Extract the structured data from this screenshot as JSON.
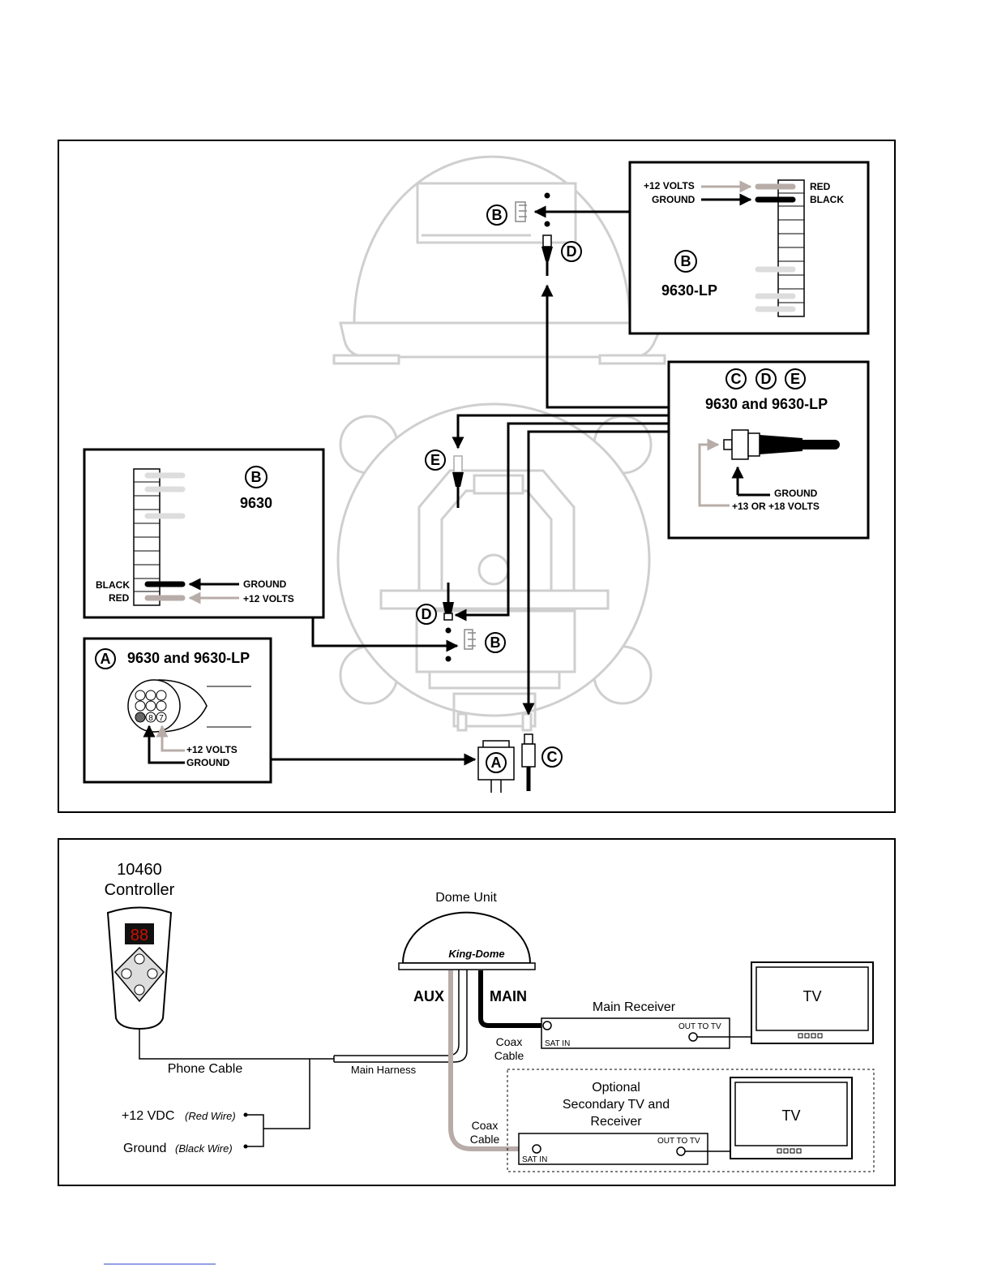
{
  "wiring": {
    "box_lp": {
      "letter": "B",
      "model": "9630-LP",
      "v12": "+12 VOLTS",
      "ground": "GROUND",
      "red": "RED",
      "black": "BLACK"
    },
    "box_cde": {
      "letters": [
        "C",
        "D",
        "E"
      ],
      "models": "9630 and 9630-LP",
      "ground": "GROUND",
      "volts": "+13 OR +18 VOLTS"
    },
    "box_9630": {
      "letter": "B",
      "model": "9630",
      "black": "BLACK",
      "red": "RED",
      "ground": "GROUND",
      "v12": "+12 VOLTS"
    },
    "box_a": {
      "letter": "A",
      "models": "9630 and 9630-LP",
      "pin8": "8",
      "pin7": "7",
      "v12": "+12 VOLTS",
      "ground": "GROUND"
    },
    "callouts": {
      "b_top": "B",
      "d_top": "D",
      "e_mid": "E",
      "d_low": "D",
      "b_low": "B",
      "a_bottom": "A",
      "c_bottom": "C"
    }
  },
  "system": {
    "controller_model": "10460",
    "controller_label": "Controller",
    "controller_display": "88",
    "dome_title": "Dome Unit",
    "dome_brand": "King-Dome",
    "aux": "AUX",
    "main": "MAIN",
    "main_receiver": "Main Receiver",
    "out_to_tv": "OUT TO TV",
    "sat_in": "SAT IN",
    "tv": "TV",
    "coax": "Coax",
    "cable": "Cable",
    "phone_cable": "Phone Cable",
    "main_harness": "Main Harness",
    "plus12": "+12 VDC",
    "red_wire": "(Red Wire)",
    "ground": "Ground",
    "black_wire": "(Black Wire)",
    "optional_1": "Optional",
    "optional_2": "Secondary TV and",
    "optional_3": "Receiver",
    "out_to_tv_2": "OUT TO TV",
    "sat_in_2": "SAT IN",
    "tv_2": "TV"
  }
}
